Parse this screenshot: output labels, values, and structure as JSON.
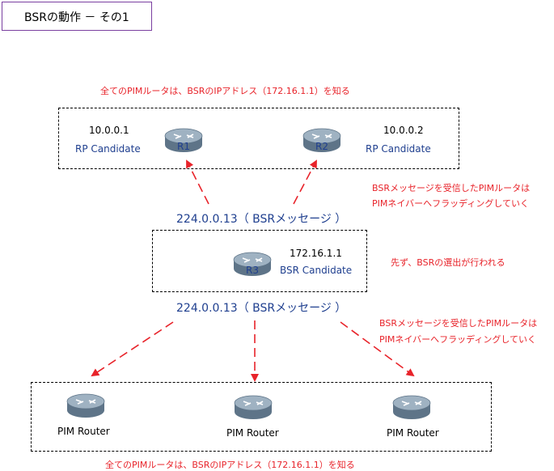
{
  "title": "BSRの動作 － その1",
  "notes": {
    "top": "全てのPIMルータは、BSRのIPアドレス（172.16.1.1）を知る",
    "bottom": "全てのPIMルータは、BSRのIPアドレス（172.16.1.1）を知る",
    "flood_upper_1": "BSRメッセージを受信したPIMルータは",
    "flood_upper_2": "PIMネイバーへフラッディングしていく",
    "flood_lower_1": "BSRメッセージを受信したPIMルータは",
    "flood_lower_2": "PIMネイバーへフラッディングしていく",
    "election": "先ず、BSRの選出が行われる"
  },
  "messages": {
    "upper": "224.0.0.13（ BSRメッセージ ）",
    "lower": "224.0.0.13（ BSRメッセージ ）"
  },
  "routers": {
    "r1": {
      "label": "R1",
      "ip": "10.0.0.1",
      "role": "RP Candidate"
    },
    "r2": {
      "label": "R2",
      "ip": "10.0.0.2",
      "role": "RP Candidate"
    },
    "r3": {
      "label": "R3",
      "ip": "172.16.1.1",
      "role": "BSR Candidate"
    },
    "pim": [
      {
        "label": "PIM Router"
      },
      {
        "label": "PIM Router"
      },
      {
        "label": "PIM Router"
      }
    ]
  },
  "colors": {
    "accent": "#e8232a",
    "router": "#7f95a8",
    "label": "#1f3f8f",
    "title_border": "#7a3fa0"
  }
}
